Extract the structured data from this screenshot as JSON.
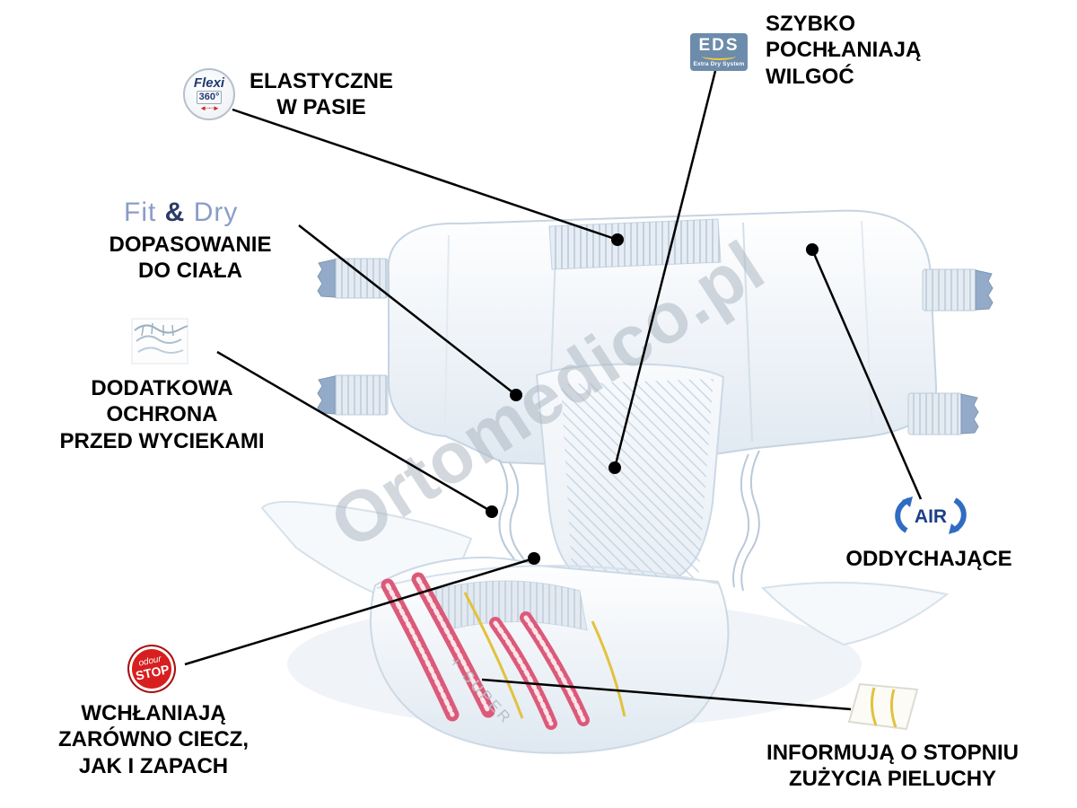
{
  "watermark": "Ortomedico.pl",
  "diaper": {
    "front_text": "+ SUPER"
  },
  "badges": {
    "flexi": {
      "line1": "Flexi",
      "line2": "360°",
      "arrows_glyph": "◄┈┈►"
    },
    "eds": {
      "title": "EDS",
      "subtitle": "Extra Dry System"
    },
    "fitdry": {
      "word1": "Fit",
      "amp": "&",
      "word2": "Dry"
    },
    "odour": {
      "line1": "odour",
      "line2": "STOP"
    },
    "air": {
      "label": "AIR"
    }
  },
  "callouts": {
    "elastic_waist": "ELASTYCZNE\nW PASIE",
    "quick_absorb": "SZYBKO\nPOCHŁANIAJĄ\nWILGOĆ",
    "body_fit": "DOPASOWANIE\nDO CIAŁA",
    "leak_protection": "DODATKOWA\nOCHRONA\nPRZED WYCIEKAMI",
    "odour_liquid": "WCHŁANIAJĄ\nZARÓWNO CIECZ,\nJAK I ZAPACH",
    "breathable": "ODDYCHAJĄCE",
    "usage_indicator": "INFORMUJĄ O STOPNIU\nZUŻYCIA PIELUCHY"
  },
  "colors": {
    "eds_badge": "#6d8cab",
    "odour_badge": "#d81f1f",
    "air_blue": "#2f6cc2",
    "stripe_pink": "#dc5a79",
    "indicator_yellow": "#e2c23e",
    "watermark_gray": "#aeb9c3",
    "label_text": "#000000"
  }
}
